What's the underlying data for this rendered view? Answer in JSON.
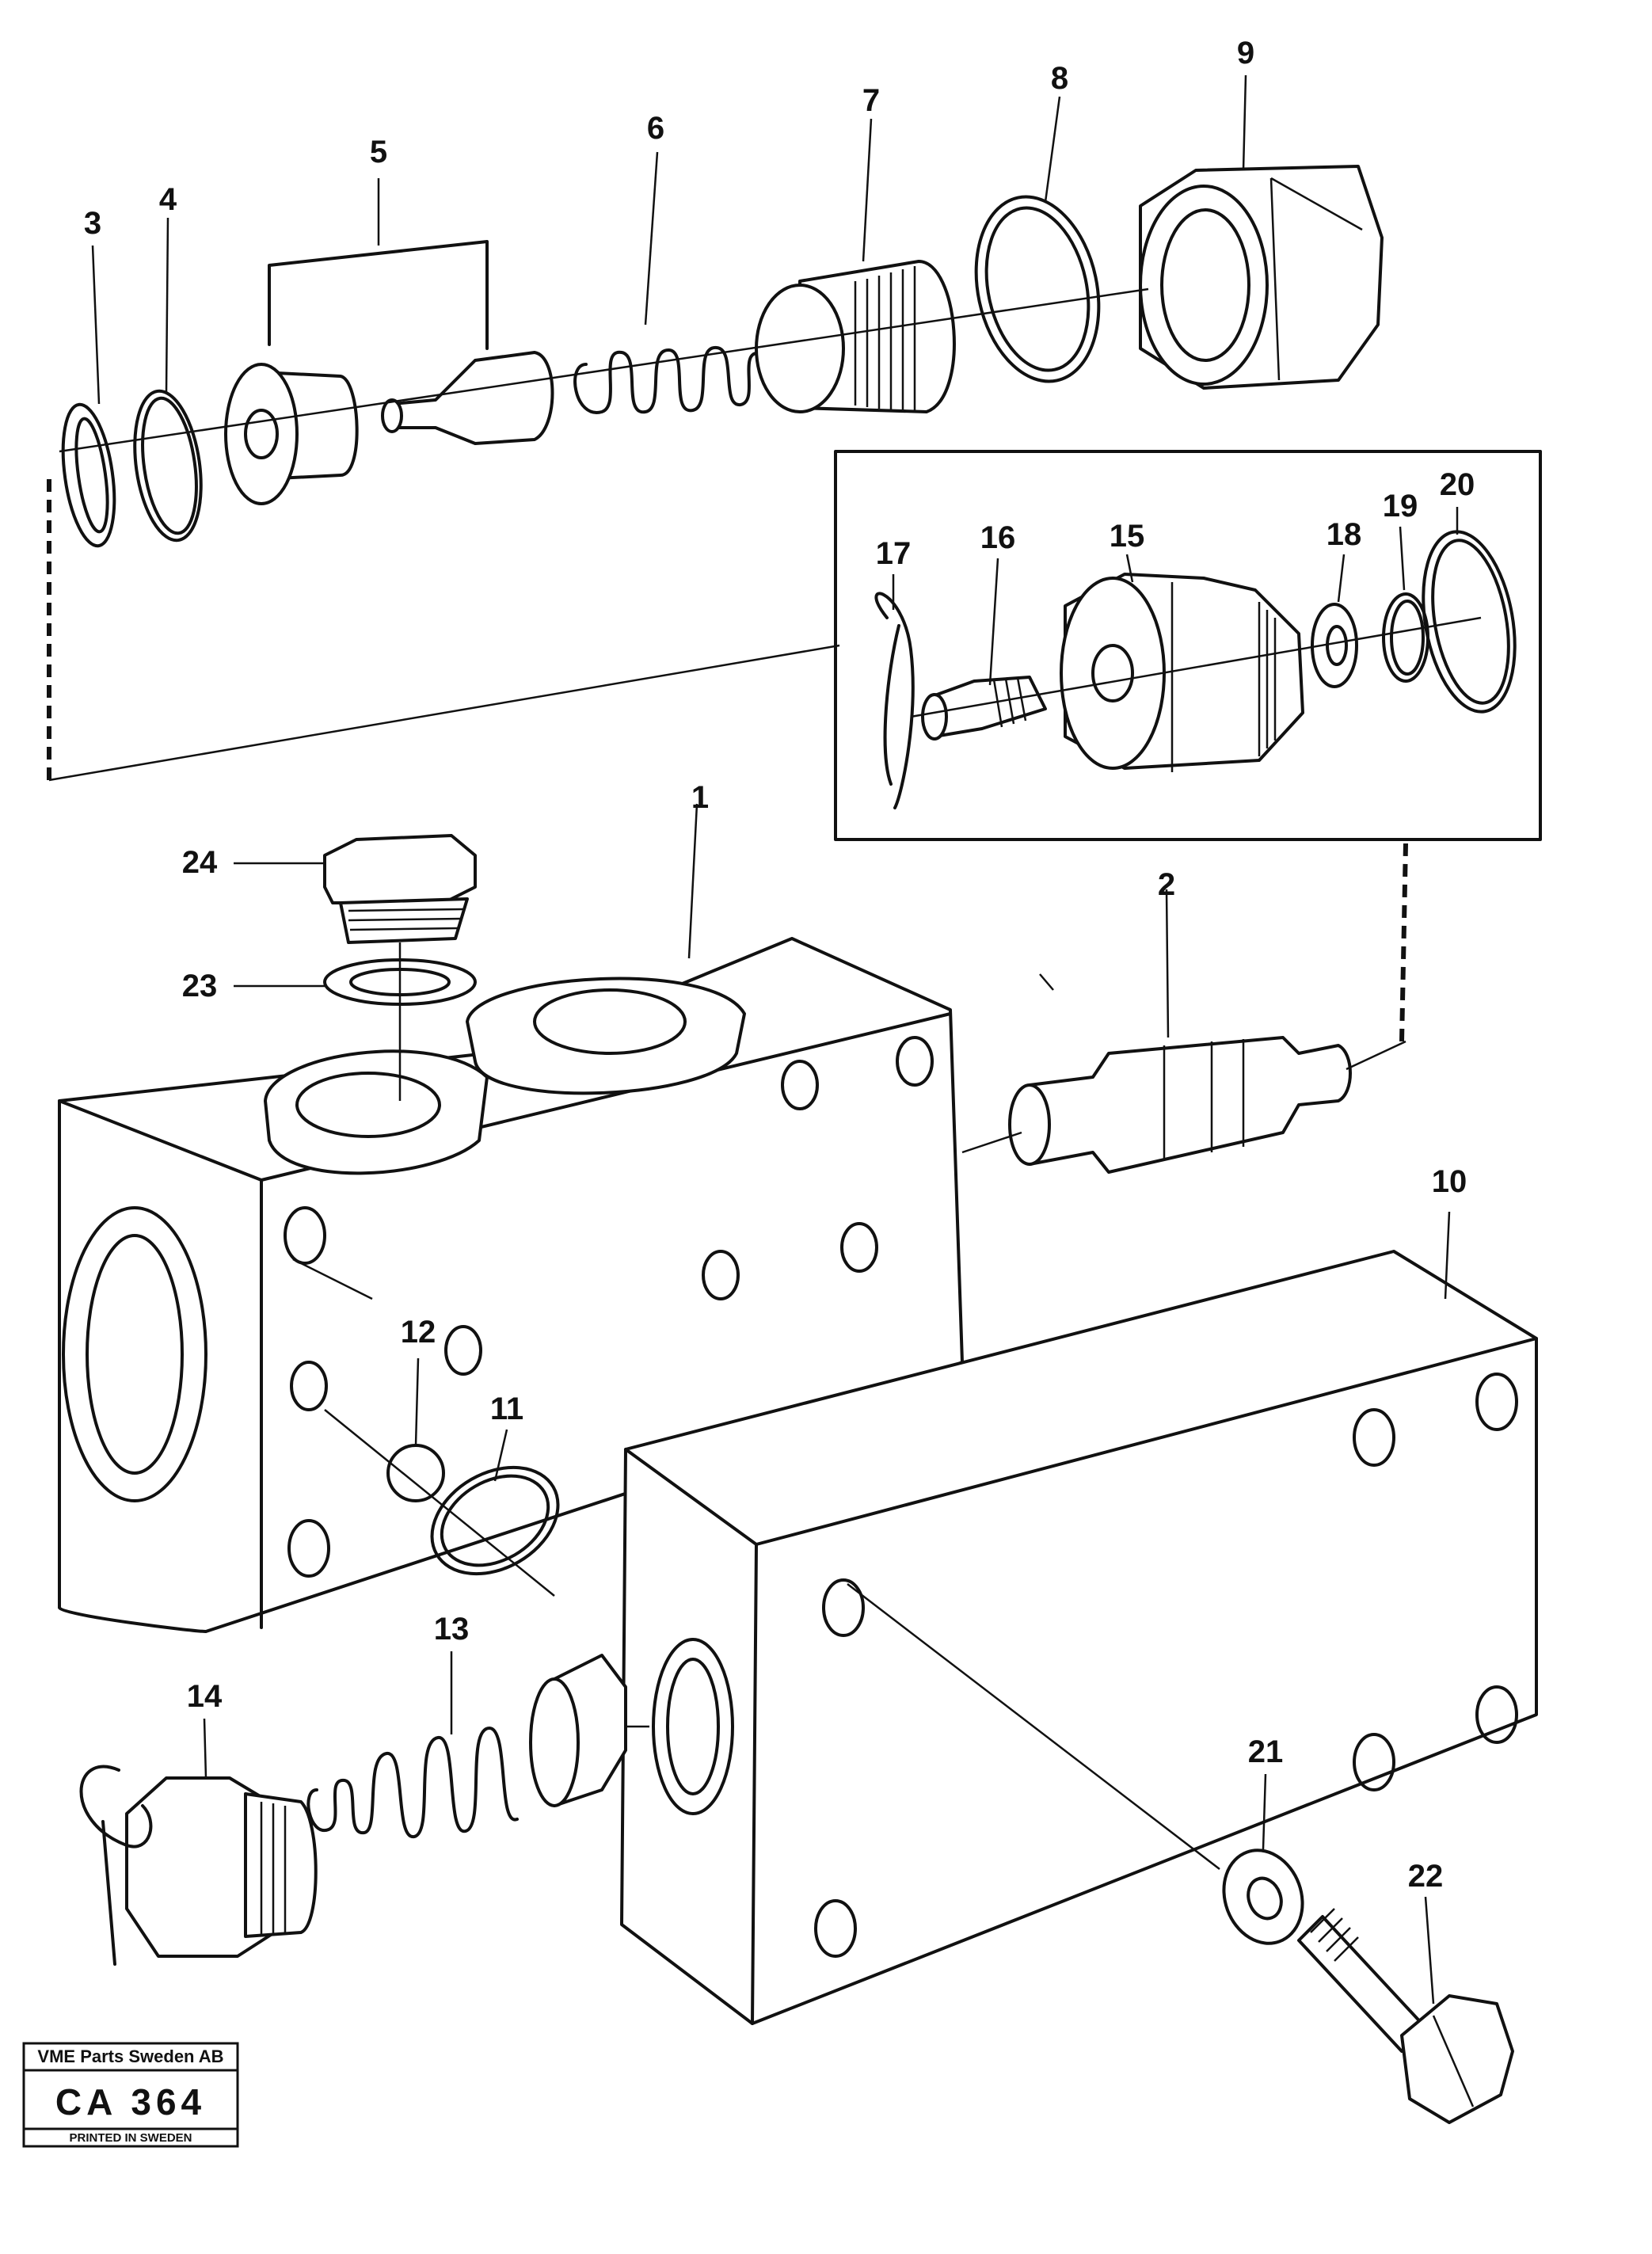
{
  "diagram": {
    "callouts": [
      "1",
      "2",
      "3",
      "4",
      "5",
      "6",
      "7",
      "8",
      "9",
      "10",
      "11",
      "12",
      "13",
      "14",
      "15",
      "16",
      "17",
      "18",
      "19",
      "20",
      "21",
      "22",
      "23",
      "24"
    ]
  },
  "stamp": {
    "company": "VME Parts Sweden AB",
    "code": "CA 364",
    "printed": "PRINTED IN SWEDEN"
  }
}
